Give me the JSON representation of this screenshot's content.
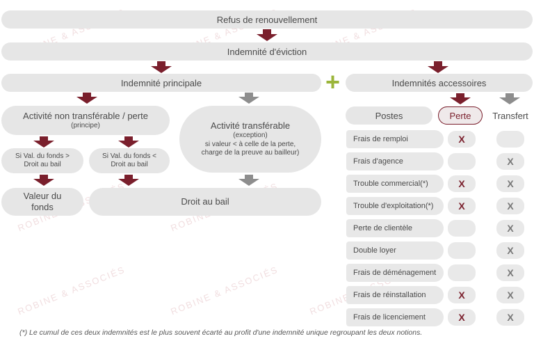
{
  "watermark": "ROBINE & ASSOCIÉS",
  "top": {
    "refus": "Refus de renouvellement",
    "indemnite_eviction": "Indemnité d'éviction"
  },
  "principale": {
    "title": "Indemnité principale",
    "non_transferable": {
      "title": "Activité non transférable / perte",
      "sub": "(principe)"
    },
    "transferable": {
      "title": "Activité transférable",
      "sub1": "(exception)",
      "sub2": "si valeur < à celle de la perte, charge de la preuve au bailleur)"
    },
    "cond1": "Si Val. du fonds > Droit au bail",
    "cond2": "Si Val. du fonds < Droit au bail",
    "valeur_fonds": "Valeur du fonds",
    "droit_bail": "Droit au bail"
  },
  "plus_sign": "+",
  "accessoires": {
    "title": "Indemnités accessoires",
    "col_postes": "Postes",
    "col_perte": "Perte",
    "col_transfert": "Transfert",
    "mark_symbol": "X",
    "rows": [
      {
        "label": "Frais de remploi",
        "perte": true,
        "transfert": false
      },
      {
        "label": "Frais d'agence",
        "perte": false,
        "transfert": true
      },
      {
        "label": "Trouble commercial(*)",
        "perte": true,
        "transfert": true
      },
      {
        "label": "Trouble d'exploitation(*)",
        "perte": true,
        "transfert": true
      },
      {
        "label": "Perte de clientèle",
        "perte": false,
        "transfert": true
      },
      {
        "label": "Double loyer",
        "perte": false,
        "transfert": true
      },
      {
        "label": "Frais de déménagement",
        "perte": false,
        "transfert": true
      },
      {
        "label": "Frais de réinstallation",
        "perte": true,
        "transfert": true
      },
      {
        "label": "Frais de licenciement",
        "perte": true,
        "transfert": true
      }
    ]
  },
  "colors": {
    "red": "#7a1f2c",
    "gray": "#8d8d8d",
    "green": "#9bb53a",
    "pill": "#e6e6e6"
  },
  "footnote": "(*) Le cumul de ces deux indemnités est le plus souvent écarté au profit d'une indemnité unique regroupant les deux notions."
}
